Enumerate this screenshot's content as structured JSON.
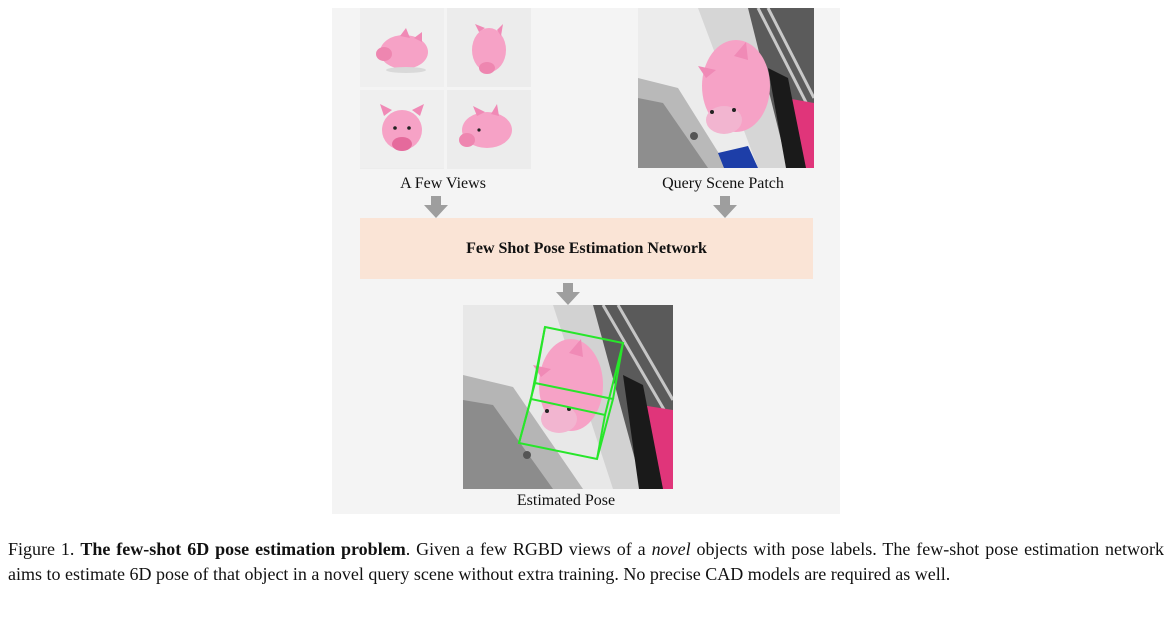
{
  "figure": {
    "views_label": "A Few Views",
    "query_label": "Query Scene Patch",
    "network_label": "Few Shot Pose Estimation Network",
    "result_label": "Estimated Pose",
    "colors": {
      "panel_bg": "#f4f4f4",
      "network_box": "#fae4d6",
      "arrow": "#9e9e9e",
      "pig": "#f6a2c6",
      "bbox": "#27e62a"
    }
  },
  "caption": {
    "prefix": "Figure 1.",
    "title": "The few-shot 6D pose estimation problem",
    "text_1": ". Given a few RGBD views of a",
    "emph": "novel",
    "text_2": "objects with pose labels. The few-shot pose estimation network aims to estimate 6D pose of that object in a novel query scene without extra training. No precise CAD models are required as well."
  }
}
